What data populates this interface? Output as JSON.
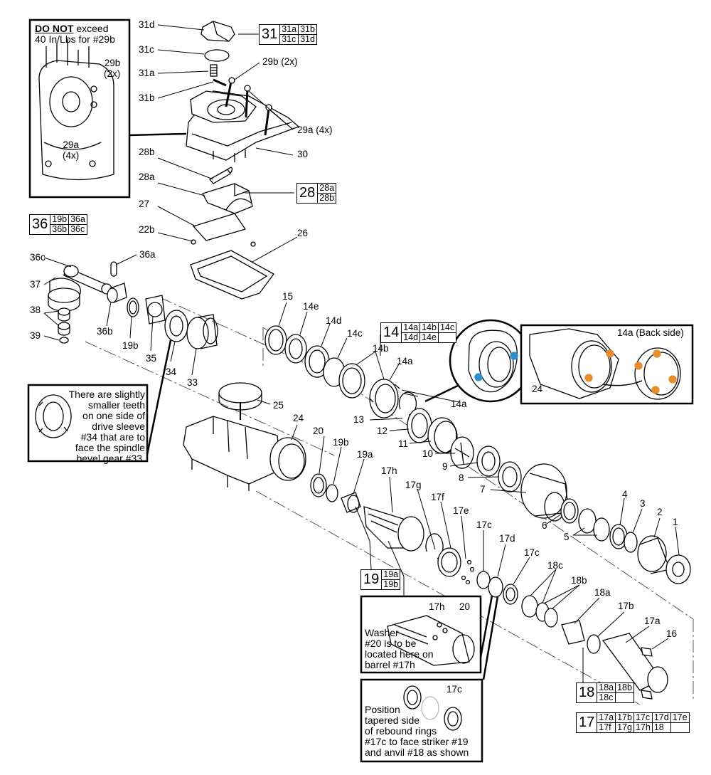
{
  "notes": {
    "torque_bold": "DO NOT",
    "torque_rest": " exceed",
    "torque_line2": "40 In/Lbs for #29b",
    "inset29b": "29b",
    "inset29b_qty": "(2x)",
    "inset29a": "29a",
    "inset29a_qty": "(4x)",
    "sleeve_lines": [
      "There are slightly",
      "smaller teeth",
      "on one side of",
      "drive sleeve",
      "#34 that are to",
      "face the spindle",
      "bevel gear #33."
    ],
    "washer_lines": [
      "Washer",
      "#20 is to be",
      "located here on",
      "barrel #17h"
    ],
    "washer_17h": "17h",
    "washer_20": "20",
    "rebound_lines": [
      "Position",
      "tapered side",
      "of rebound rings",
      "#17c to face striker #19",
      "and anvil #18 as shown"
    ],
    "rebound_17c": "17c",
    "back_side": "14a (Back side)",
    "back_24": "24"
  },
  "assemblies": [
    {
      "id": "31",
      "cells": [
        [
          "31a",
          "31b"
        ],
        [
          "31c",
          "31d"
        ]
      ]
    },
    {
      "id": "28",
      "cells": [
        [
          "28a"
        ],
        [
          "28b"
        ]
      ]
    },
    {
      "id": "36",
      "cells": [
        [
          "19b",
          "36a"
        ],
        [
          "36b",
          "36c"
        ]
      ]
    },
    {
      "id": "14",
      "cells": [
        [
          "14a",
          "14b",
          "14c"
        ],
        [
          "14d",
          "14e",
          ""
        ]
      ]
    },
    {
      "id": "19",
      "cells": [
        [
          "19a"
        ],
        [
          "19b"
        ]
      ]
    },
    {
      "id": "18",
      "cells": [
        [
          "18a",
          "18b"
        ],
        [
          "18c",
          ""
        ]
      ]
    },
    {
      "id": "17",
      "cells": [
        [
          "17a",
          "17b",
          "17c",
          "17d",
          "17e"
        ],
        [
          "17f",
          "17g",
          "17h",
          "18",
          ""
        ]
      ]
    }
  ],
  "callouts": [
    "31d",
    "31c",
    "31a",
    "31b",
    "29b (2x)",
    "29a (4x)",
    "30",
    "28b",
    "28a",
    "27",
    "22b",
    "26",
    "36c",
    "36a",
    "37",
    "38",
    "39",
    "36b",
    "19b",
    "35",
    "34",
    "33",
    "25",
    "24",
    "15",
    "14e",
    "14d",
    "14c",
    "14b",
    "14a",
    "14a",
    "13",
    "12",
    "11",
    "10",
    "9",
    "8",
    "7",
    "20",
    "19b",
    "19a",
    "17h",
    "17g",
    "17f",
    "17e",
    "17c",
    "17d",
    "17c",
    "18c",
    "18b",
    "18a",
    "17b",
    "17a",
    "16",
    "6",
    "5",
    "4",
    "3",
    "2",
    "1"
  ]
}
